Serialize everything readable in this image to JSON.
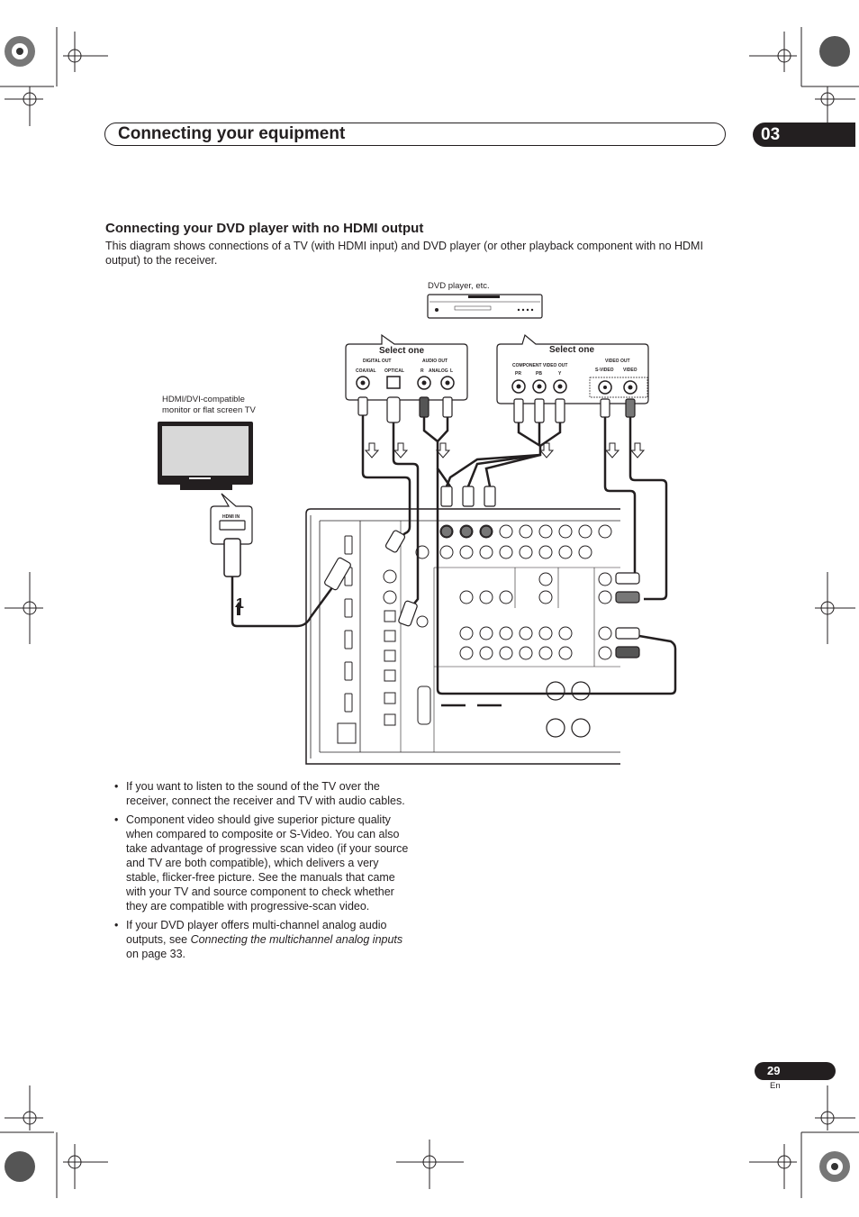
{
  "header": {
    "title": "Connecting your equipment",
    "chapter": "03"
  },
  "section": {
    "title": "Connecting your DVD player with no HDMI output",
    "intro": "This diagram shows connections of a TV (with HDMI input) and DVD player (or other playback component with no HDMI output) to the receiver."
  },
  "diagram": {
    "dvd_label": "DVD player, etc.",
    "tv_label_line1": "HDMI/DVI-compatible",
    "tv_label_line2": "monitor or flat screen TV",
    "left_callout": {
      "title": "Select one",
      "digital_out": "DIGITAL OUT",
      "audio_out": "AUDIO OUT",
      "coaxial": "COAXIAL",
      "optical": "OPTICAL",
      "r": "R",
      "analog": "ANALOG",
      "l": "L"
    },
    "right_callout": {
      "title": "Select one",
      "component_video_out": "COMPONENT VIDEO OUT",
      "pr": "PR",
      "pb": "PB",
      "y": "Y",
      "video_out": "VIDEO OUT",
      "s_video": "S-VIDEO",
      "video": "VIDEO"
    },
    "hdmi_in": "HDMI IN",
    "step_number": "1"
  },
  "bullets": [
    {
      "text": "If you want to listen to the sound of the TV over the receiver, connect the receiver and TV with audio cables."
    },
    {
      "text": "Component video should give superior picture quality when compared to composite or S-Video. You can also take advantage of progressive scan video (if your source and TV are both compatible), which delivers a very stable, flicker-free picture. See the manuals that came with your TV and source component to check whether they are compatible with progressive-scan video."
    },
    {
      "text_before": "If your DVD player offers multi-channel analog audio outputs, see ",
      "text_italic": "Connecting the multichannel analog inputs",
      "text_after": " on page 33."
    }
  ],
  "footer": {
    "page_number": "29",
    "language": "En"
  }
}
